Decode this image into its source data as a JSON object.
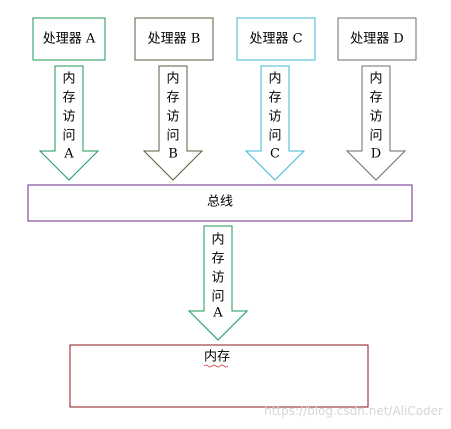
{
  "processors": [
    {
      "label": "处理器 A",
      "color": "#1a9a5a"
    },
    {
      "label": "处理器 B",
      "color": "#5c5c40"
    },
    {
      "label": "处理器 C",
      "color": "#3cb8d8"
    },
    {
      "label": "处理器 D",
      "color": "#6e6e6e"
    }
  ],
  "top_arrows": [
    {
      "chars": [
        "内",
        "存",
        "访",
        "问",
        "A"
      ],
      "color": "#1a9a5a"
    },
    {
      "chars": [
        "内",
        "存",
        "访",
        "问",
        "B"
      ],
      "color": "#5c5c40"
    },
    {
      "chars": [
        "内",
        "存",
        "访",
        "问",
        "C"
      ],
      "color": "#3cb8d8"
    },
    {
      "chars": [
        "内",
        "存",
        "访",
        "问",
        "D"
      ],
      "color": "#6e6e6e"
    }
  ],
  "bus": {
    "label": "总线",
    "color": "#6a2a8a"
  },
  "bottom_arrow": {
    "chars": [
      "内",
      "存",
      "访",
      "问",
      "A"
    ],
    "color": "#1a9a5a"
  },
  "memory": {
    "label": "内存",
    "color": "#8b1a1a"
  },
  "watermark": "https://blog.csdn.net/AliCoder"
}
